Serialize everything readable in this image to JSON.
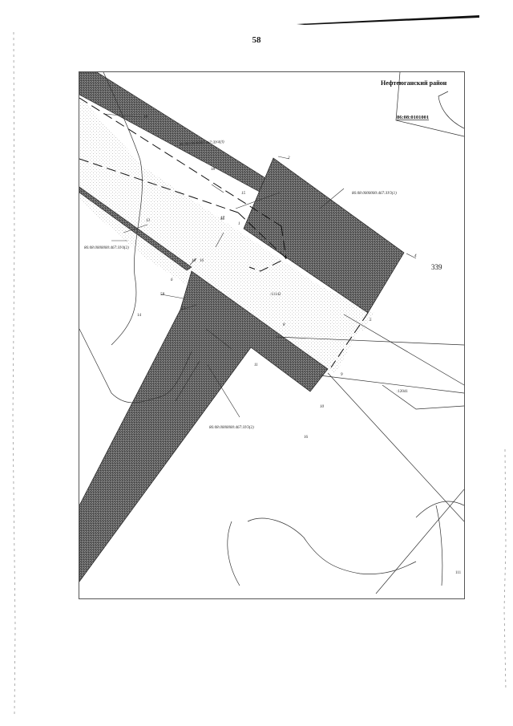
{
  "page": {
    "number": "58"
  },
  "map": {
    "district_label": "Нефтеюганский район",
    "cadastral_block": "86:08:0101001",
    "zone_number": "339",
    "parcel_labels": {
      "p3_1": "86:08:0000000:467:ЗУ3(1)",
      "p3_2": "86:08:0000000:467:ЗУ3(2)",
      "p4_2": "86:08:0000000:467:ЗУ4(2)",
      "p4_3": "86:08:0000000:467:ЗУ4(3)"
    },
    "area_labels": {
      "a1": ":11142",
      "a2": ":12041",
      "a3": "14",
      "a4": "16",
      "a5": "111"
    },
    "point_labels": [
      "1",
      "2",
      "4",
      "5",
      "6",
      "8",
      "9",
      "10",
      "10",
      "11",
      "13",
      "15",
      "16",
      "17",
      "18",
      "19",
      "56",
      "57",
      "58"
    ]
  }
}
